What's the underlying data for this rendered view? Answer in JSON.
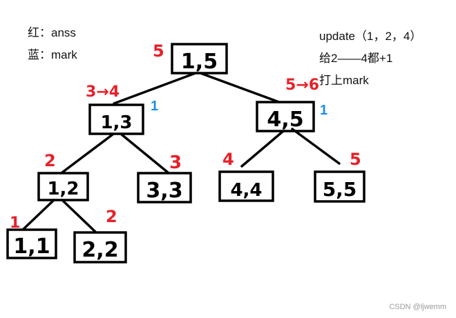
{
  "legend": {
    "red_line": "红：anss",
    "blue_line": "蓝：mark"
  },
  "notes": {
    "line1": "update（1，2，4）",
    "line2": "给2——4都+1",
    "line3": "打上mark"
  },
  "nodes": [
    {
      "id": "n15",
      "label": "1,5",
      "red": "5",
      "blue": ""
    },
    {
      "id": "n13",
      "label": "1,3",
      "red": "3→4",
      "blue": "1"
    },
    {
      "id": "n45",
      "label": "4,5",
      "red": "5→6",
      "blue": "1"
    },
    {
      "id": "n12",
      "label": "1,2",
      "red": "2",
      "blue": ""
    },
    {
      "id": "n33",
      "label": "3,3",
      "red": "3",
      "blue": ""
    },
    {
      "id": "n44",
      "label": "4,4",
      "red": "4",
      "blue": ""
    },
    {
      "id": "n55",
      "label": "5,5",
      "red": "5",
      "blue": ""
    },
    {
      "id": "n11",
      "label": "1,1",
      "red": "1",
      "blue": ""
    },
    {
      "id": "n22",
      "label": "2,2",
      "red": "2",
      "blue": ""
    }
  ],
  "colors": {
    "edge": "#000000",
    "box": "#000000",
    "red": "#e8202a",
    "blue": "#1a8fe0"
  },
  "watermark": "CSDN @ljwemm"
}
